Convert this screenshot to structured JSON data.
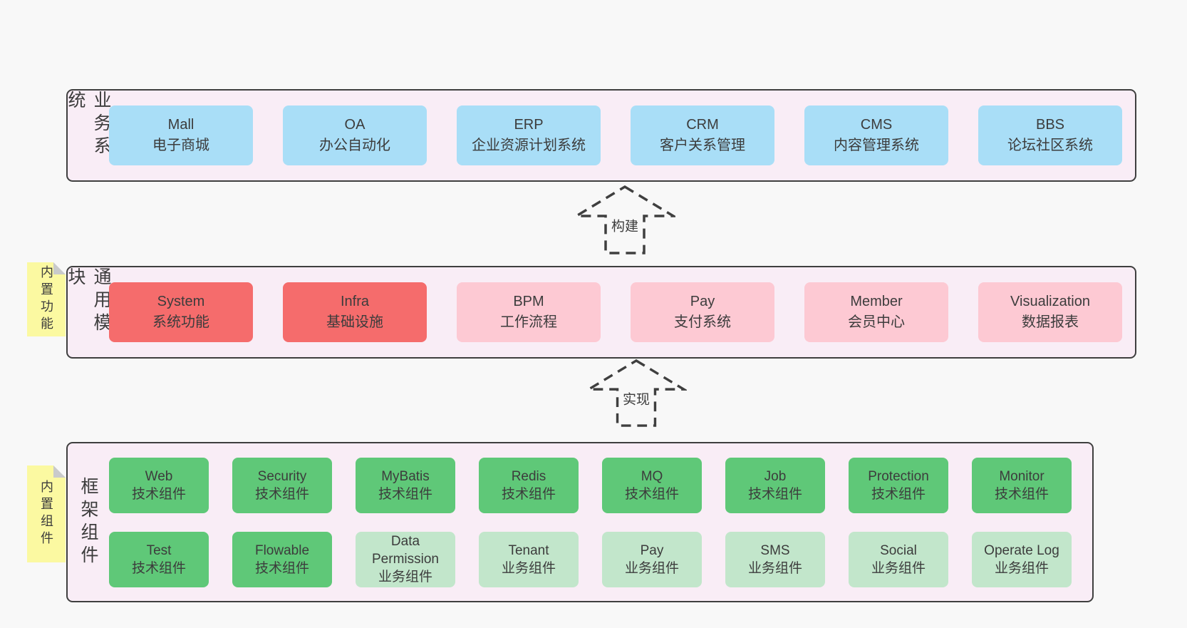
{
  "colors": {
    "page-bg": "#f8f8f8",
    "band-bg": "#f9edf6",
    "line": "#3f3f3f",
    "text": "#3c3c3c",
    "blue": "#a9def7",
    "red": "#f56c6c",
    "pink": "#fdc9d3",
    "green": "#5fc878",
    "lightgreen": "#c2e6cb",
    "sticky": "#fbf9a1",
    "fold": "#c9cacb"
  },
  "arrows": [
    {
      "label": "构建"
    },
    {
      "label": "实现"
    }
  ],
  "bands": {
    "business": {
      "label": "业务系统",
      "boxes": [
        {
          "name": "Mall",
          "desc": "电子商城"
        },
        {
          "name": "OA",
          "desc": "办公自动化"
        },
        {
          "name": "ERP",
          "desc": "企业资源计划系统"
        },
        {
          "name": "CRM",
          "desc": "客户关系管理"
        },
        {
          "name": "CMS",
          "desc": "内容管理系统"
        },
        {
          "name": "BBS",
          "desc": "论坛社区系统"
        }
      ]
    },
    "modules": {
      "label": "通用模块",
      "sticky": "内置功能",
      "boxes": [
        {
          "name": "System",
          "desc": "系统功能",
          "variant": "red"
        },
        {
          "name": "Infra",
          "desc": "基础设施",
          "variant": "red"
        },
        {
          "name": "BPM",
          "desc": "工作流程",
          "variant": "pink"
        },
        {
          "name": "Pay",
          "desc": "支付系统",
          "variant": "pink"
        },
        {
          "name": "Member",
          "desc": "会员中心",
          "variant": "pink"
        },
        {
          "name": "Visualization",
          "desc": "数据报表",
          "variant": "pink"
        }
      ]
    },
    "components": {
      "label": "框架组件",
      "sticky": "内置组件",
      "rows": [
        [
          {
            "name": "Web",
            "desc": "技术组件",
            "variant": "green"
          },
          {
            "name": "Security",
            "desc": "技术组件",
            "variant": "green"
          },
          {
            "name": "MyBatis",
            "desc": "技术组件",
            "variant": "green"
          },
          {
            "name": "Redis",
            "desc": "技术组件",
            "variant": "green"
          },
          {
            "name": "MQ",
            "desc": "技术组件",
            "variant": "green"
          },
          {
            "name": "Job",
            "desc": "技术组件",
            "variant": "green"
          },
          {
            "name": "Protection",
            "desc": "技术组件",
            "variant": "green"
          },
          {
            "name": "Monitor",
            "desc": "技术组件",
            "variant": "green"
          }
        ],
        [
          {
            "name": "Test",
            "desc": "技术组件",
            "variant": "green"
          },
          {
            "name": "Flowable",
            "desc": "技术组件",
            "variant": "green"
          },
          {
            "name": "Data Permission",
            "desc": "业务组件",
            "variant": "lightgreen"
          },
          {
            "name": "Tenant",
            "desc": "业务组件",
            "variant": "lightgreen"
          },
          {
            "name": "Pay",
            "desc": "业务组件",
            "variant": "lightgreen"
          },
          {
            "name": "SMS",
            "desc": "业务组件",
            "variant": "lightgreen"
          },
          {
            "name": "Social",
            "desc": "业务组件",
            "variant": "lightgreen"
          },
          {
            "name": "Operate Log",
            "desc": "业务组件",
            "variant": "lightgreen"
          }
        ]
      ]
    }
  }
}
